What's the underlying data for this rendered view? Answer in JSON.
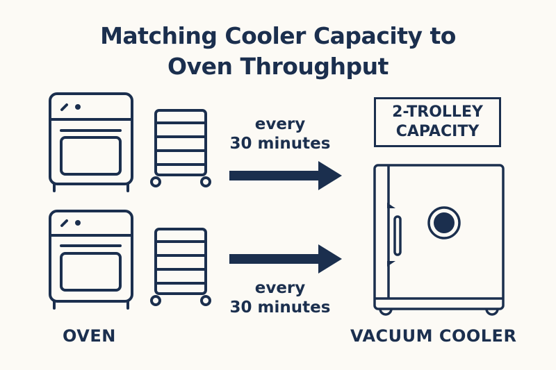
{
  "title": {
    "line1": "Matching Cooler Capacity to",
    "line2": "Oven Throughput"
  },
  "colors": {
    "background": "#fcfaf5",
    "ink": "#1b2f4e"
  },
  "rows": [
    {
      "source": "oven-icon",
      "carrier": "trolley-icon",
      "interval_line1": "every",
      "interval_line2": "30 minutes",
      "arrow": "arrow-right-icon"
    },
    {
      "source": "oven-icon",
      "carrier": "trolley-icon",
      "interval_line1": "every",
      "interval_line2": "30 minutes",
      "arrow": "arrow-right-icon"
    }
  ],
  "cooler": {
    "capacity_line1": "2-TROLLEY",
    "capacity_line2": "CAPACITY",
    "icon": "vacuum-cooler-icon",
    "label": "VACUUM COOLER"
  },
  "oven_label": "OVEN"
}
